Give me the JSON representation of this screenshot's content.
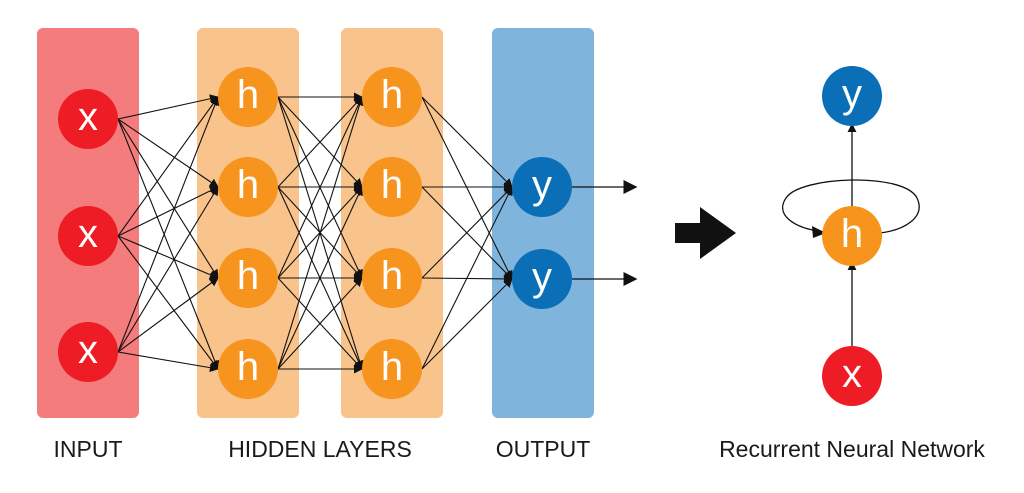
{
  "colors": {
    "input_panel": "#f47c7c",
    "hidden_panel": "#f9c48c",
    "output_panel": "#7fb5dc",
    "input_node": "#ee1c24",
    "hidden_node": "#f7941d",
    "output_node": "#0b6fb8",
    "edge": "#111111"
  },
  "labels": {
    "input": "INPUT",
    "hidden": "HIDDEN LAYERS",
    "output": "OUTPUT",
    "rnn": "Recurrent Neural Network"
  },
  "nodes": {
    "input": "x",
    "hidden": "h",
    "output": "y"
  },
  "layers": {
    "input_count": 3,
    "hidden1_count": 4,
    "hidden2_count": 4,
    "output_count": 2
  },
  "rnn": {
    "top": "y",
    "middle": "h",
    "bottom": "x"
  }
}
